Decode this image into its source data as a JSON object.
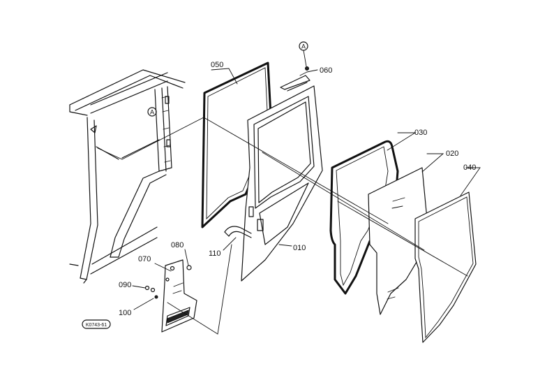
{
  "diagram": {
    "ref_marker": "A",
    "drawing_code": "K0743-61",
    "parts": {
      "p010": "010",
      "p020": "020",
      "p030": "030",
      "p040": "040",
      "p050": "050",
      "p060": "060",
      "p070": "070",
      "p080": "080",
      "p090": "090",
      "p100": "100",
      "p110": "110"
    }
  }
}
